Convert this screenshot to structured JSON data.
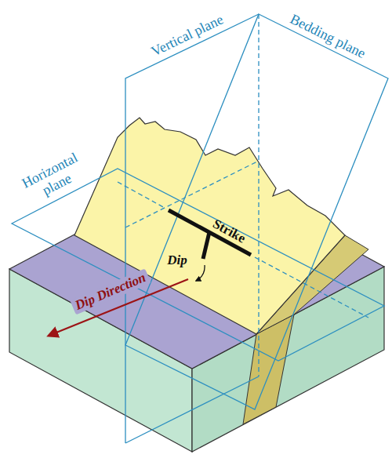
{
  "diagram": {
    "labels": [
      "Vertical plane",
      "Bedding plane",
      "Horizontal plane",
      "Strike",
      "Dip",
      "Dip Direction"
    ]
  }
}
